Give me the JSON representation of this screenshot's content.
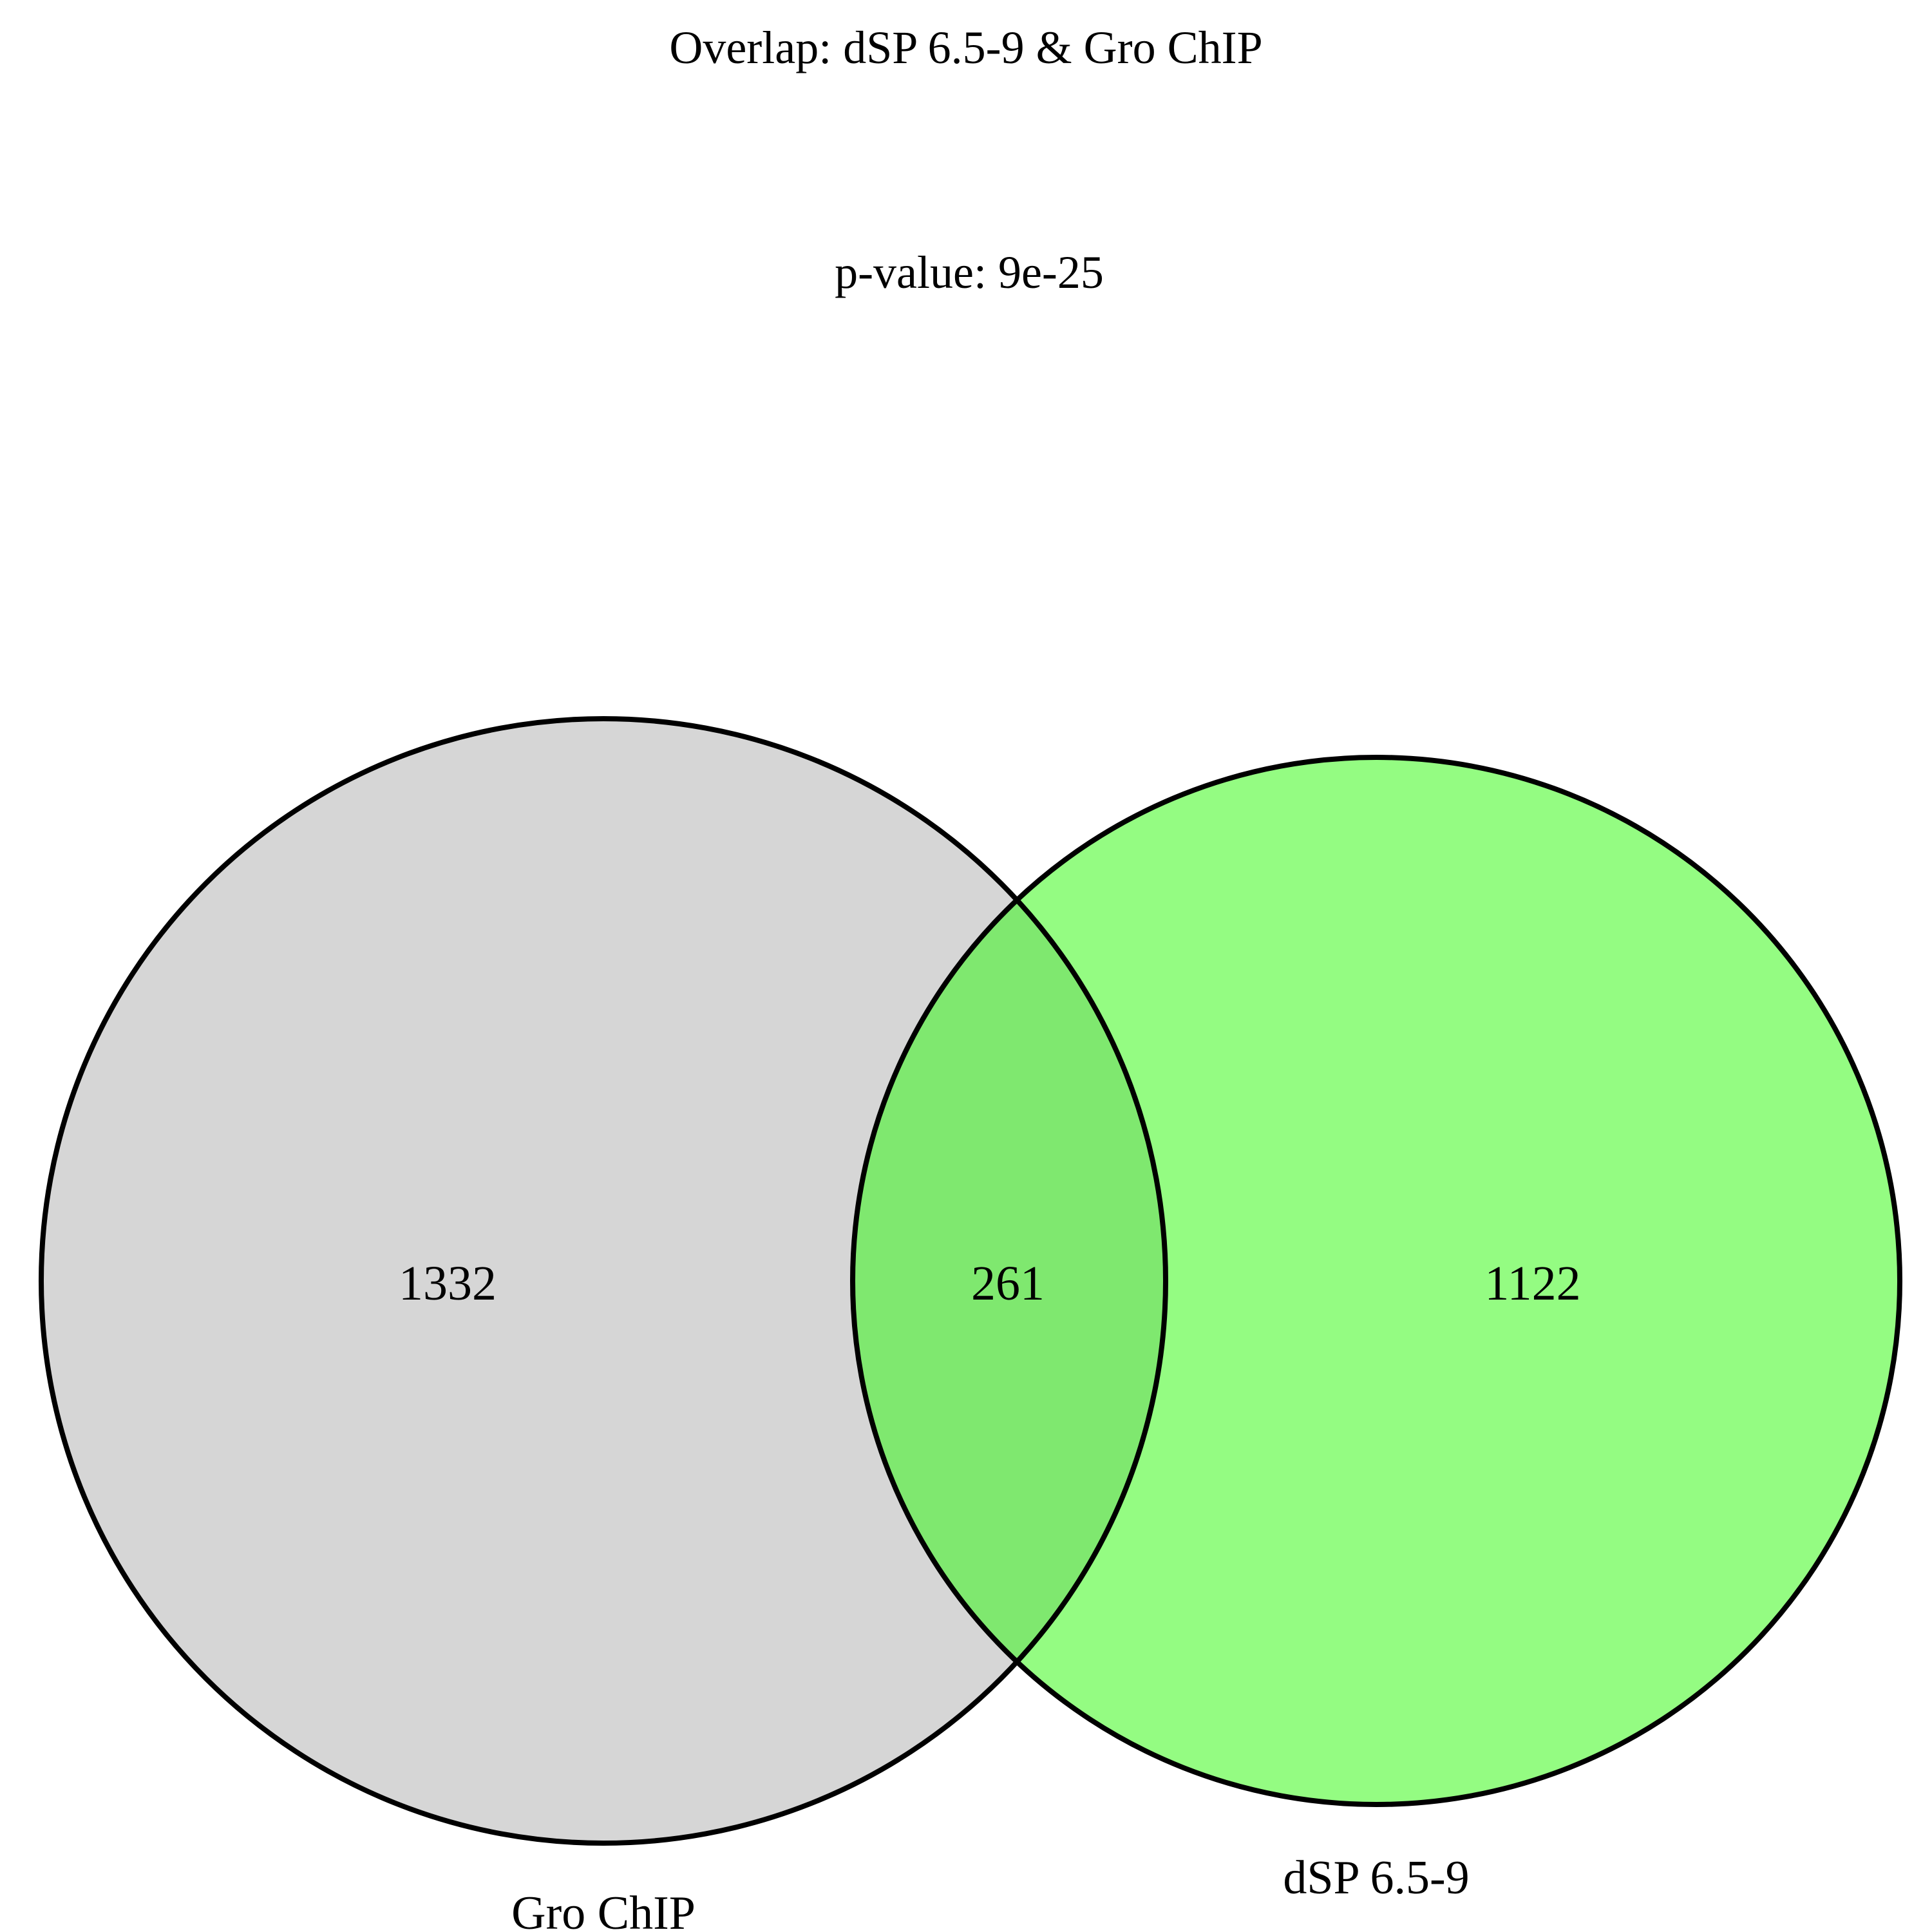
{
  "title": "Overlap: dSP 6.5-9 & Gro ChIP",
  "subtitle": "p-value: 9e-25",
  "sets": [
    {
      "label": "Gro ChIP",
      "only_count": "1332",
      "fill_color": "#d6d6d6"
    },
    {
      "label": "dSP 6.5-9",
      "only_count": "1122",
      "fill_color": "#94fc82"
    }
  ],
  "intersection": {
    "count": "261",
    "fill_color": "#7fe86f"
  },
  "stroke_color": "#000000"
}
